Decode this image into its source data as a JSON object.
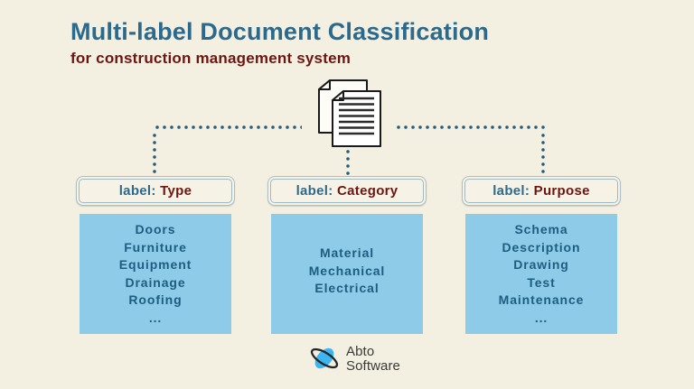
{
  "header": {
    "title": "Multi-label Document Classification",
    "subtitle": "for construction management system"
  },
  "diagram": {
    "document_icon": "document-stack",
    "columns": [
      {
        "label_key": "label: ",
        "label_value": "Type",
        "items": [
          "Doors",
          "Furniture",
          "Equipment",
          "Drainage",
          "Roofing",
          "..."
        ]
      },
      {
        "label_key": "label: ",
        "label_value": "Category",
        "items": [
          "Material",
          "Mechanical",
          "Electrical"
        ]
      },
      {
        "label_key": "label: ",
        "label_value": "Purpose",
        "items": [
          "Schema",
          "Description",
          "Drawing",
          "Test",
          "Maintenance",
          "..."
        ]
      }
    ]
  },
  "footer": {
    "logo_line1": "Abto",
    "logo_line2": "Software"
  },
  "colors": {
    "background": "#f3f0e2",
    "title_teal": "#2b6a8d",
    "subtitle_maroon": "#6e1411",
    "panel_blue": "#8ecbe9",
    "panel_text": "#1f5d80",
    "dot_teal": "#1f5c7d",
    "logo_blue": "#3db5f2"
  }
}
